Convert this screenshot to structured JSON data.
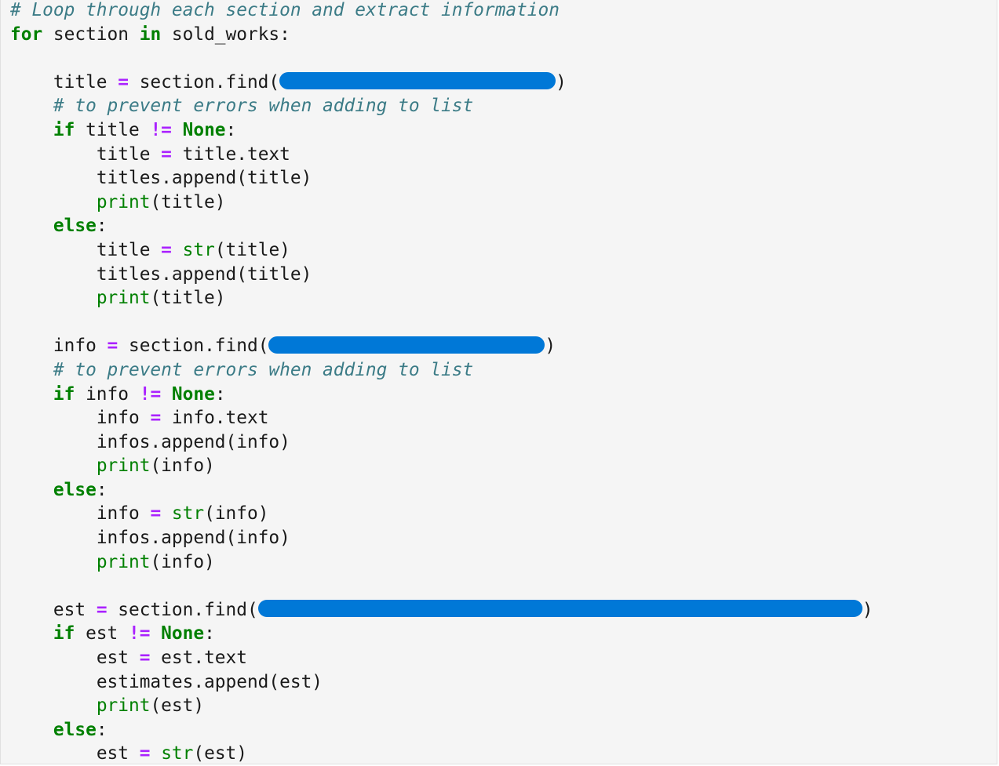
{
  "colors": {
    "background": "#f5f5f5",
    "text": "#1a1a1a",
    "comment": "#3b7b86",
    "keyword": "#008000",
    "operator": "#aa22ff",
    "builtin": "#008000",
    "redaction": "#0078d7"
  },
  "code": {
    "comment_loop": "# Loop through each section and extract information",
    "kw_for": "for",
    "for_var": " section ",
    "kw_in": "in",
    "for_iter": " sold_works:",
    "title_assign_lhs": "    title ",
    "op_assign": "=",
    "title_find_call": " section.find(",
    "close_paren": ")",
    "comment_prevent": "    # to prevent errors when adding to list",
    "indent4": "    ",
    "indent8": "        ",
    "kw_if": "if",
    "kw_else": "else",
    "kw_none": "None",
    "op_neq": "!=",
    "colon": ":",
    "title_cond_var": " title ",
    "title_text_lhs": "title ",
    "title_text_rhs": " title.text",
    "titles_append": "titles.append(title)",
    "fn_print": "print",
    "print_title_args": "(title)",
    "fn_str": "str",
    "str_title_args": "(title)",
    "info_assign_lhs": "    info ",
    "info_find_call": " section.find(",
    "info_cond_var": " info ",
    "info_text_lhs": "info ",
    "info_text_rhs": " info.text",
    "infos_append": "infos.append(info)",
    "print_info_args": "(info)",
    "str_info_args": "(info)",
    "est_assign_lhs": "    est ",
    "est_find_call": " section.find(",
    "est_cond_var": " est ",
    "est_text_lhs": "est ",
    "est_text_rhs": " est.text",
    "estimates_append": "estimates.append(est)",
    "print_est_args": "(est)",
    "str_est_args": "(est)"
  }
}
